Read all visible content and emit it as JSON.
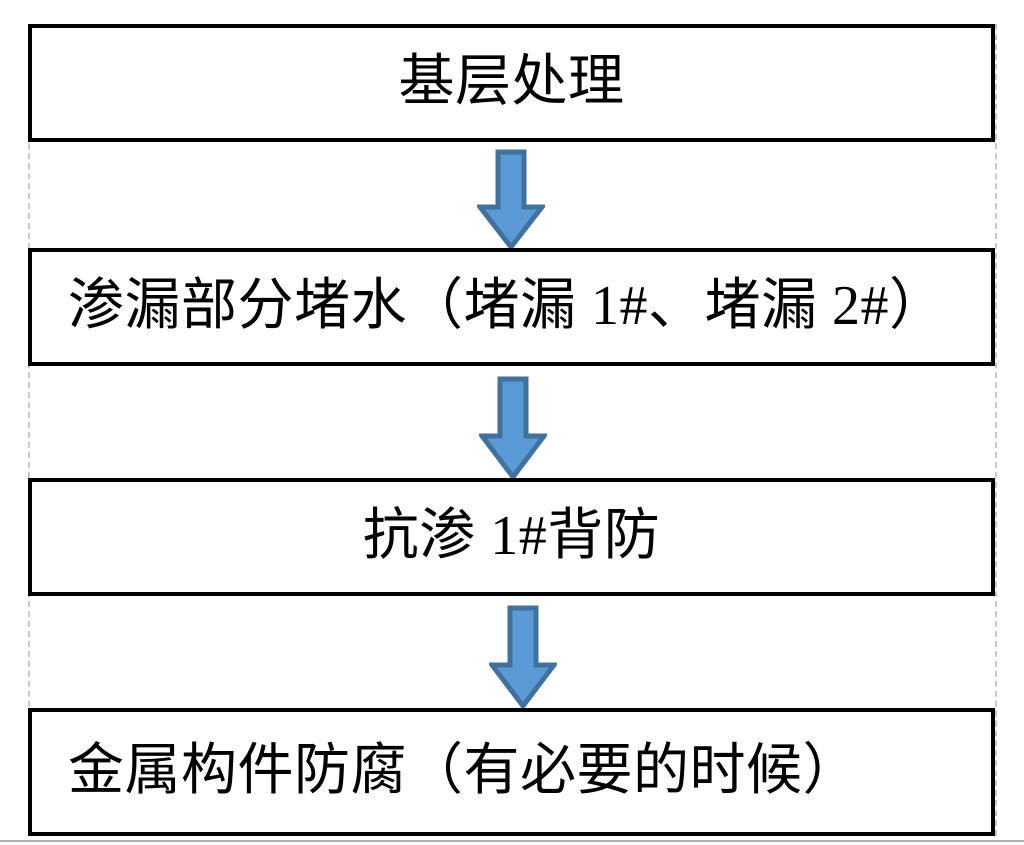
{
  "diagram": {
    "type": "vertical-process-flowchart",
    "orientation": "top-to-bottom",
    "background_color": "#FFFFFF",
    "node_border_color": "#000000",
    "node_fill_color": "#FFFFFF",
    "text_color": "#000000",
    "arrow_fill_color": "#5B9BD5",
    "arrow_border_color": "#41719C",
    "gridline_color": "#C8C8C8",
    "nodes": [
      {
        "id": "node-1",
        "label": "基层处理",
        "align": "center"
      },
      {
        "id": "node-2",
        "label": "渗漏部分堵水（堵漏 1#、堵漏 2#）",
        "align": "left"
      },
      {
        "id": "node-3",
        "label": "抗渗 1#背防",
        "align": "center"
      },
      {
        "id": "node-4",
        "label": "金属构件防腐（有必要的时候）",
        "align": "left"
      }
    ],
    "connectors": [
      {
        "id": "arrow-1",
        "from": "node-1",
        "to": "node-2",
        "icon": "arrow-down-icon"
      },
      {
        "id": "arrow-2",
        "from": "node-2",
        "to": "node-3",
        "icon": "arrow-down-icon"
      },
      {
        "id": "arrow-3",
        "from": "node-3",
        "to": "node-4",
        "icon": "arrow-down-icon"
      }
    ]
  }
}
